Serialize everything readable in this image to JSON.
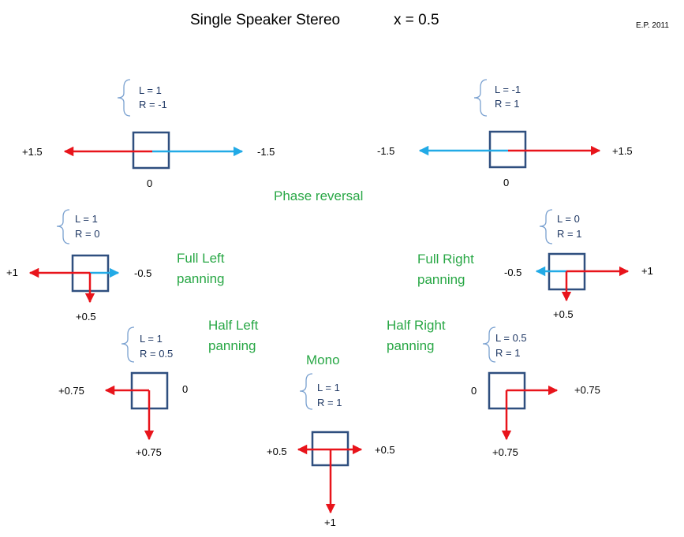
{
  "header": {
    "title": "Single Speaker Stereo",
    "x_label": "x = 0.5",
    "credit": "E.P. 2011"
  },
  "colors": {
    "left_channel": "#e8141b",
    "right_channel": "#22aae6",
    "speaker": "#2f4f7f",
    "label": "#28a745",
    "brace": "#7aa1d0"
  },
  "diagrams": {
    "phase_left": {
      "L": "L = 1",
      "R": "R = -1",
      "left_val": "+1.5",
      "right_val": "-1.5",
      "down_val": "0"
    },
    "phase_right": {
      "L": "L = -1",
      "R": "R = 1",
      "left_val": "-1.5",
      "right_val": "+1.5",
      "down_val": "0"
    },
    "full_left": {
      "L": "L = 1",
      "R": "R = 0",
      "left_val": "+1",
      "right_val": "-0.5",
      "down_val": "+0.5"
    },
    "full_right": {
      "L": "L = 0",
      "R": "R = 1",
      "left_val": "-0.5",
      "right_val": "+1",
      "down_val": "+0.5"
    },
    "half_left": {
      "L": "L = 1",
      "R": "R = 0.5",
      "left_val": "+0.75",
      "right_val": "0",
      "down_val": "+0.75"
    },
    "half_right": {
      "L": "L = 0.5",
      "R": "R = 1",
      "left_val": "0",
      "right_val": "+0.75",
      "down_val": "+0.75"
    },
    "mono": {
      "L": "L = 1",
      "R": "R = 1",
      "left_val": "+0.5",
      "right_val": "+0.5",
      "down_val": "+1"
    }
  },
  "labels": {
    "phase_reversal": "Phase  reversal",
    "full_left_1": "Full Left",
    "full_left_2": "panning",
    "full_right_1": "Full Right",
    "full_right_2": "panning",
    "half_left_1": "Half Left",
    "half_left_2": "panning",
    "half_right_1": "Half Right",
    "half_right_2": "panning",
    "mono": "Mono"
  }
}
